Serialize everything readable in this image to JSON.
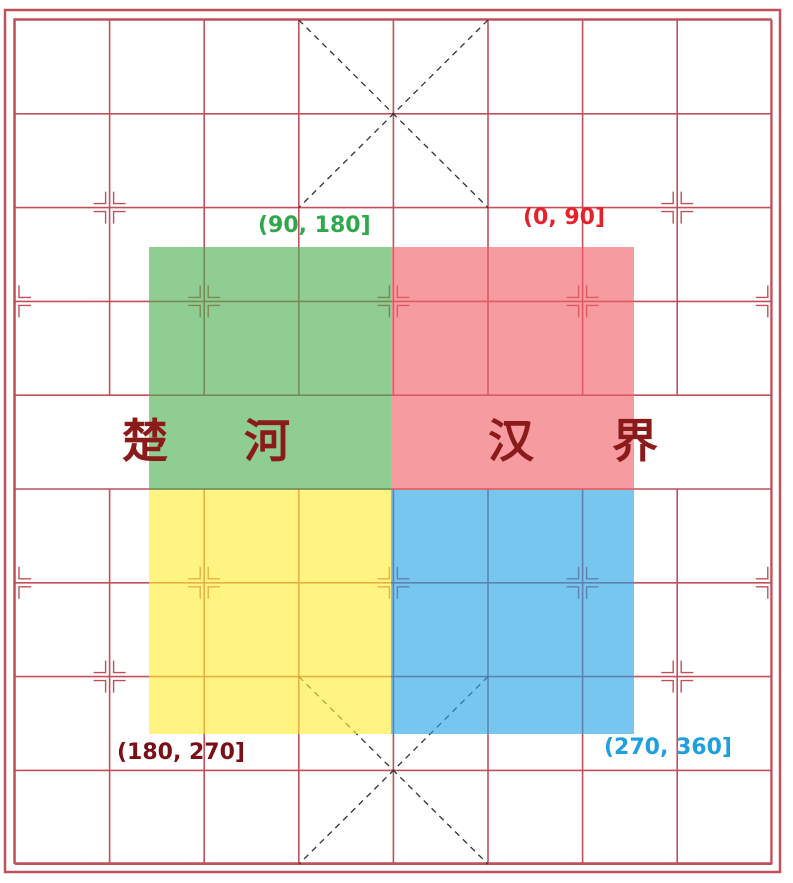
{
  "board": {
    "line_color": "#c0505a",
    "background": "#ffffff",
    "cols": 9,
    "rows": 10
  },
  "river": {
    "left_text_1": "楚",
    "left_text_2": "河",
    "right_text_1": "汉",
    "right_text_2": "界",
    "color": "#8b1a1a"
  },
  "quadrants": [
    {
      "id": "q1",
      "label": "(0, 90]",
      "fill": "#f06068",
      "text_color": "#e8202a"
    },
    {
      "id": "q2",
      "label": "(90, 180]",
      "fill": "#4caf50",
      "text_color": "#2ea84a"
    },
    {
      "id": "q3",
      "label": "(180, 270]",
      "fill": "#ffee33",
      "text_color": "#7a0f17"
    },
    {
      "id": "q4",
      "label": "(270, 360]",
      "fill": "#22a3e6",
      "text_color": "#1ea0e0"
    }
  ]
}
